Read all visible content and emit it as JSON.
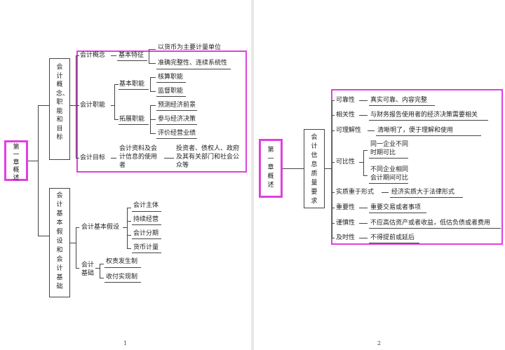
{
  "page1": {
    "chapter": "第一章概述",
    "concepts_title": "会计概念、职能和目标",
    "concept": "会计概念",
    "basic_feature": "基本特征",
    "feature_1": "以货币为主要计量单位",
    "feature_2": "准确完整性、连续系统性",
    "function": "会计职能",
    "basic_function": "基本职能",
    "accounting": "核算职能",
    "supervision": "监督职能",
    "extended_function": "拓展职能",
    "forecast": "预测经济前景",
    "decision": "参与经济决策",
    "evaluate": "评价经营业绩",
    "goal": "会计目标",
    "goal_info": "会计资料及会计信息的使用者",
    "goal_users": "投资者、债权人、政府及其有关部门和社会公众等",
    "assumptions_title": "会计基本假设和会计基础",
    "assumption": "会计基本假设",
    "entity": "会计主体",
    "going_concern": "持续经营",
    "period": "会计分期",
    "currency": "货币计量",
    "basis": "会计基础",
    "accrual": "权责发生制",
    "cash": "收付实现制",
    "page_number": "1"
  },
  "page2": {
    "chapter": "第一章概述",
    "quality_title": "会计信息质量要求",
    "reliability": "可靠性",
    "reliability_desc": "真实可靠、内容完整",
    "relevance": "相关性",
    "relevance_desc": "与财务报告使用者的经济决策需要相关",
    "understandability": "可理解性",
    "understandability_desc": "清晰明了，便于理解和使用",
    "comparability": "可比性",
    "comparability_desc_1": "同一企业不同时期可比",
    "comparability_desc_2": "不同企业相同会计期间可比",
    "substance": "实质重于形式",
    "substance_desc": "经济实质大于法律形式",
    "materiality": "重要性",
    "materiality_desc": "重要交易或者事项",
    "prudence": "谨慎性",
    "prudence_desc": "不应高估资产或者收益，低估负债或者费用",
    "timeliness": "及时性",
    "timeliness_desc": "不得提前或延后",
    "page_number": "2"
  }
}
